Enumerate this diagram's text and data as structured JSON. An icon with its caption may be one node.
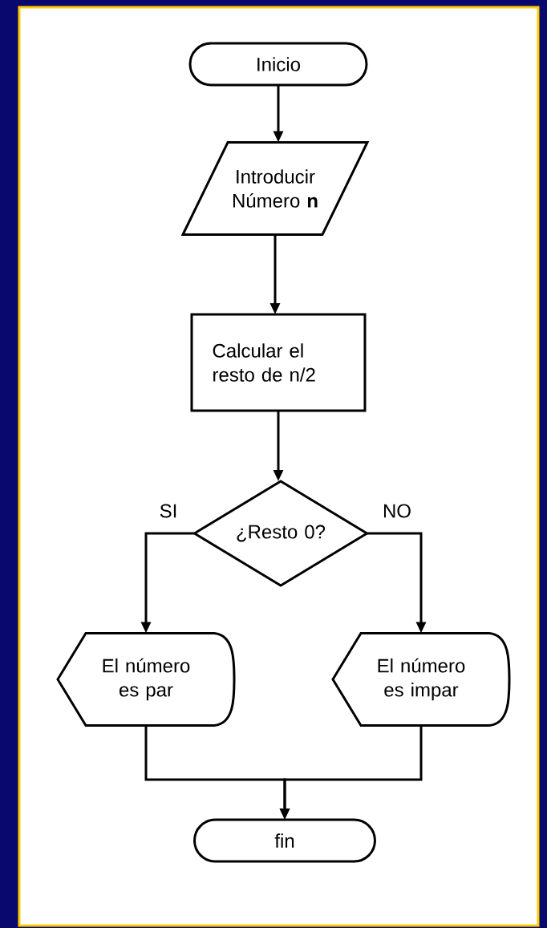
{
  "diagram": {
    "nodes": [
      {
        "text": [
          "Inicio"
        ]
      },
      {
        "text": [
          "Introducir Número **n**"
        ]
      },
      {
        "text": [
          "Calcular el resto de n/2"
        ]
      },
      {
        "text": [
          "¿Resto 0?"
        ]
      },
      {
        "text": [
          "El número es par"
        ]
      },
      {
        "text": [
          "El número es impar"
        ]
      },
      {
        "text": [
          "fin"
        ]
      }
    ],
    "edges": [
      {
        "from": 0,
        "to": 1,
        "arrow": "to"
      },
      {
        "from": 1,
        "to": 2,
        "arrow": "to"
      },
      {
        "from": 2,
        "to": 3,
        "arrow": "to"
      },
      {
        "from": 3,
        "to": 4,
        "arrow": "to",
        "label": "SI"
      },
      {
        "from": 3,
        "to": 5,
        "arrow": "to",
        "label": "NO"
      },
      {
        "from": 4,
        "to": 6,
        "arrow": "to"
      },
      {
        "from": 5,
        "to": 6,
        "arrow": "to"
      }
    ]
  }
}
